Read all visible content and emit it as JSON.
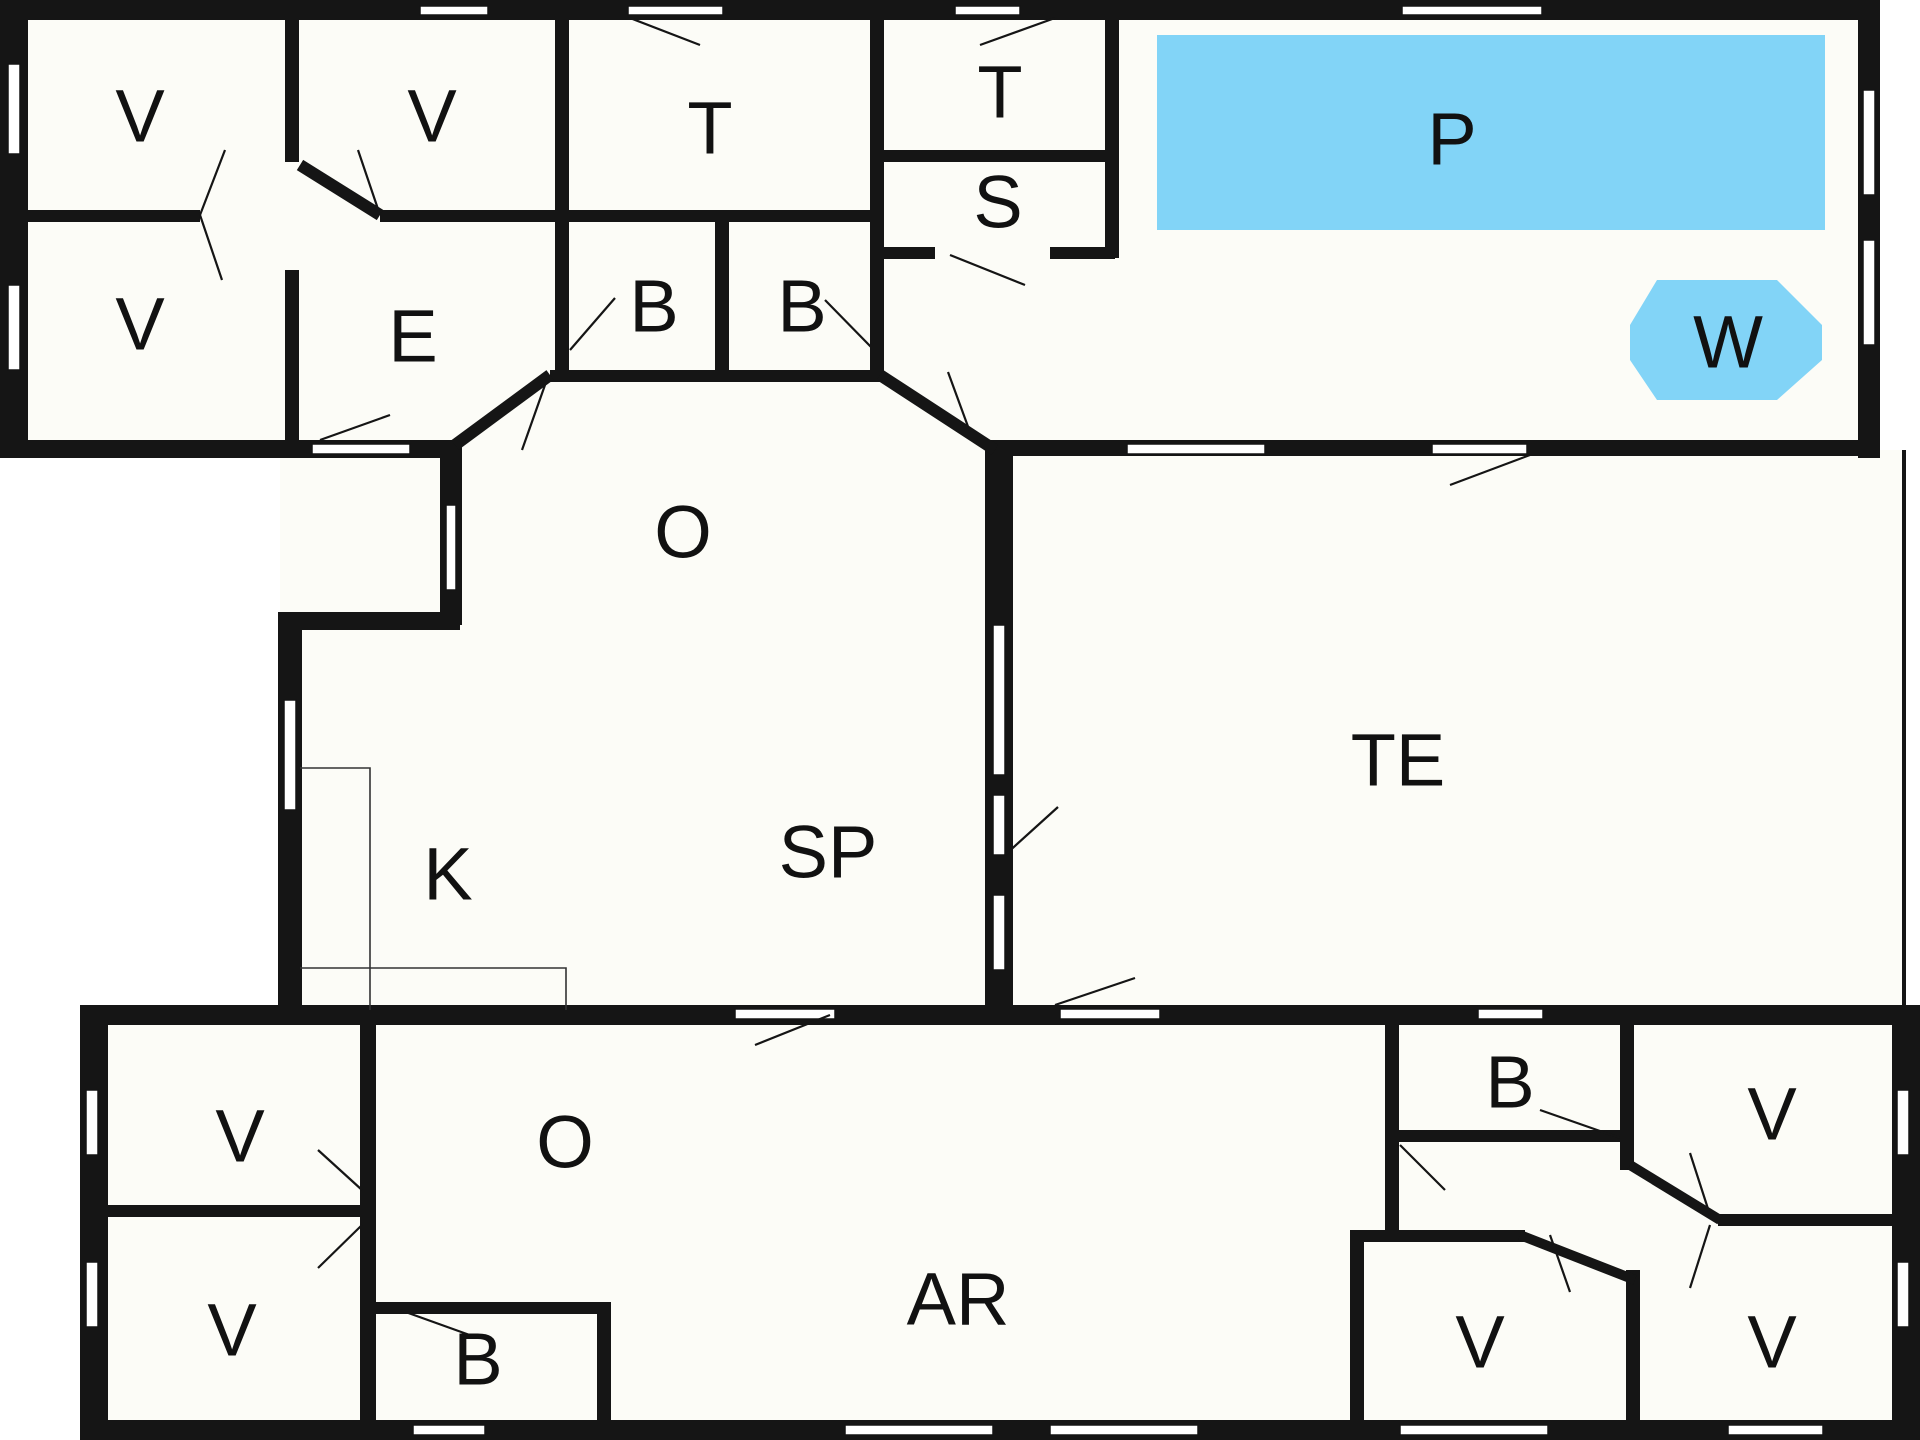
{
  "floorplan": {
    "colors": {
      "wall": "#151515",
      "floor": "#fcfcf7",
      "water": "#82d4f7"
    },
    "rooms": [
      {
        "id": "v1",
        "label": "V"
      },
      {
        "id": "v2",
        "label": "V"
      },
      {
        "id": "t1",
        "label": "T"
      },
      {
        "id": "t2",
        "label": "T"
      },
      {
        "id": "p",
        "label": "P"
      },
      {
        "id": "s",
        "label": "S"
      },
      {
        "id": "v3",
        "label": "V"
      },
      {
        "id": "e",
        "label": "E"
      },
      {
        "id": "b1",
        "label": "B"
      },
      {
        "id": "b2",
        "label": "B"
      },
      {
        "id": "w",
        "label": "W"
      },
      {
        "id": "o1",
        "label": "O"
      },
      {
        "id": "te",
        "label": "TE"
      },
      {
        "id": "k",
        "label": "K"
      },
      {
        "id": "sp",
        "label": "SP"
      },
      {
        "id": "o2",
        "label": "O"
      },
      {
        "id": "b3",
        "label": "B"
      },
      {
        "id": "v4",
        "label": "V"
      },
      {
        "id": "v5",
        "label": "V"
      },
      {
        "id": "v6",
        "label": "V"
      },
      {
        "id": "ar",
        "label": "AR"
      },
      {
        "id": "b4",
        "label": "B"
      },
      {
        "id": "v7",
        "label": "V"
      },
      {
        "id": "v8",
        "label": "V"
      }
    ]
  }
}
